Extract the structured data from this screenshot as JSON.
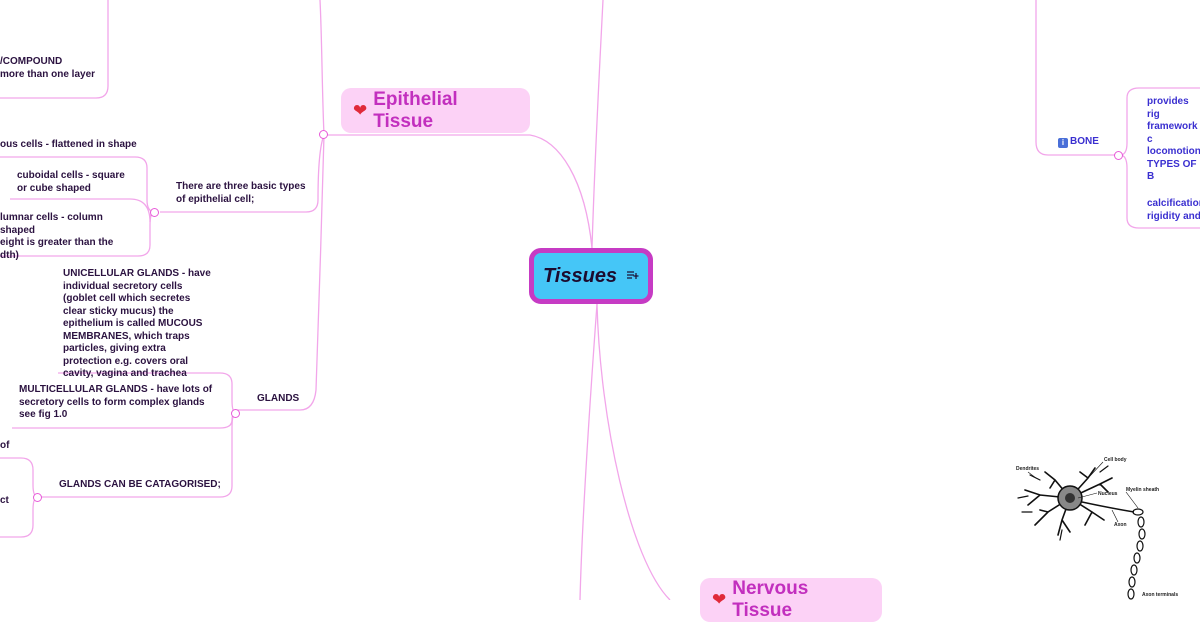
{
  "central": {
    "title": "Tissues",
    "icon": "notes-icon"
  },
  "epithelial": {
    "topic": "Epithelial Tissue",
    "icon": "heart-icon",
    "stratified_compound": "/COMPOUND",
    "stratified_desc": "more than one layer",
    "types_label": "There are three basic types of epithelial cell;",
    "squamous": "ous cells - flattened in shape",
    "cuboidal": "cuboidal cells - square or cube shaped",
    "columnar": "lumnar cells - column shaped\neight is greater than the\ndth)",
    "glands_label": "GLANDS",
    "unicellular": "UNICELLULAR GLANDS - have individual secretory cells (goblet cell which secretes clear sticky mucus) the epithelium is called MUCOUS MEMBRANES, which traps particles, giving extra protection e.g. covers oral cavity, vagina and trachea",
    "multicellular": "MULTICELLULAR GLANDS - have lots of secretory cells to form complex glands see fig 1.0",
    "of_fragment": "of",
    "categorised": "GLANDS CAN BE CATAGORISED;",
    "ct_fragment": "ct"
  },
  "connective": {
    "bone_label": "BONE",
    "bone_icon": "info-icon",
    "bone_desc1": "provides rig\nframework c\nlocomotion.\nTYPES OF B",
    "bone_desc2": "calcification\nrigidity and"
  },
  "nervous": {
    "topic": "Nervous Tissue",
    "icon": "heart-icon"
  },
  "neuron_diagram": {
    "dendrites": "Dendrites",
    "cell_body": "Cell body",
    "nucleus": "Nucleus",
    "myelin_sheath": "Myelin sheath",
    "axon": "Axon",
    "axon_terminals": "Axon terminals"
  },
  "colors": {
    "branch": "#f2a6ea",
    "topic_bg": "#fcd2f6",
    "topic_text": "#c22fbe",
    "central_bg": "#45c6f7",
    "central_border": "#c63bc4"
  }
}
